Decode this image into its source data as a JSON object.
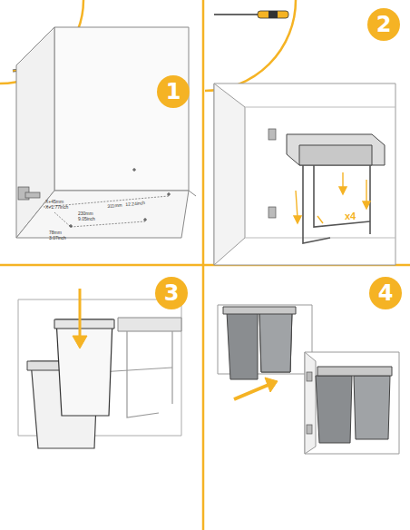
{
  "diagram": {
    "nodes": [
      {
        "text": [
          "1"
        ]
      },
      {
        "text": [
          "2"
        ]
      },
      {
        "text": [
          "3"
        ]
      },
      {
        "text": [
          "4"
        ]
      }
    ],
    "labels": [
      "X+45mm",
      "X+1.77inch",
      "230mm",
      "9.05inch",
      "78mm",
      "3.07inch",
      "311mm",
      "12.24inch",
      "x4"
    ]
  }
}
